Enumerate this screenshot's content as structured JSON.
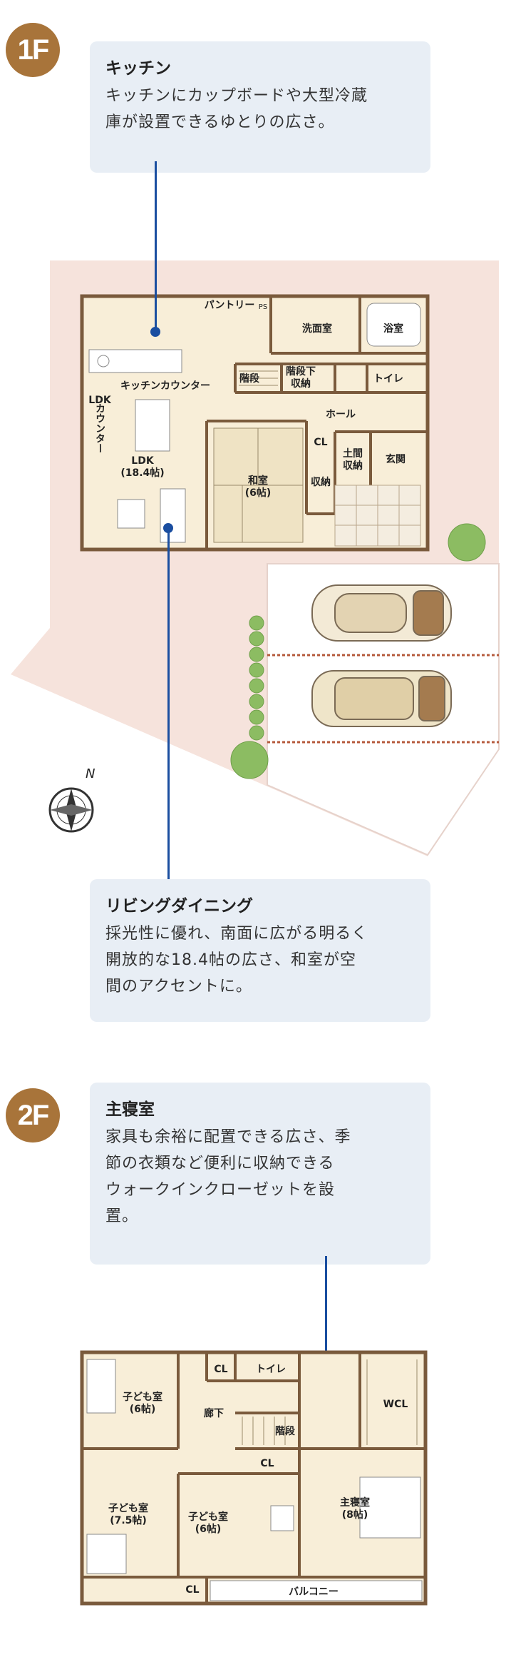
{
  "floor1": {
    "badge": "1F",
    "kitchen_callout": {
      "title": "キッチン",
      "lines": [
        "キッチンにカップボードや大型冷蔵",
        "庫が設置できるゆとりの広さ。"
      ]
    },
    "living_callout": {
      "title": "リビングダイニング",
      "lines": [
        "採光性に優れ、南面に広がる明るく",
        "開放的な18.4帖の広さ、和室が空",
        "間のアクセントに。"
      ]
    },
    "rooms": {
      "pantry": "パントリー",
      "ps": "PS",
      "washroom": "洗面室",
      "bath": "浴室",
      "stairs": "階段",
      "under_stairs_l1": "階段下",
      "under_stairs_l2": "収納",
      "toilet": "トイレ",
      "kitchen_counter": "キッチンカウンター",
      "ldk_counter_l1": "LDK",
      "ldk_counter_l2": "カウンター",
      "hall": "ホール",
      "cl": "CL",
      "doma_l1": "土間",
      "doma_l2": "収納",
      "entrance": "玄関",
      "ldk_l1": "LDK",
      "ldk_l2": "(18.4帖)",
      "washitsu_l1": "和室",
      "washitsu_l2": "(6帖)",
      "storage": "収納"
    },
    "compass": "N"
  },
  "floor2": {
    "badge": "2F",
    "master_callout": {
      "title": "主寝室",
      "lines": [
        "家具も余裕に配置できる広さ、季",
        "節の衣類など便利に収納できる",
        "ウォークインクローゼットを設",
        "置。"
      ]
    },
    "rooms": {
      "cl_top": "CL",
      "toilet": "トイレ",
      "wcl": "WCL",
      "child1_l1": "子ども室",
      "child1_l2": "(6帖)",
      "corridor": "廊下",
      "stairs": "階段",
      "cl_mid": "CL",
      "master_l1": "主寝室",
      "master_l2": "(8帖)",
      "child2_l1": "子ども室",
      "child2_l2": "(7.5帖)",
      "child3_l1": "子ども室",
      "child3_l2": "(6帖)",
      "cl_bottom": "CL",
      "balcony": "バルコニー"
    }
  },
  "colors": {
    "accent_blue": "#1a4ea0",
    "badge_brown": "#a8743a",
    "callout_bg": "#e8eef5",
    "site_pink": "#f6e3dc",
    "floor_beige": "#f8eed8",
    "wall_brown": "#7a5a3c"
  }
}
